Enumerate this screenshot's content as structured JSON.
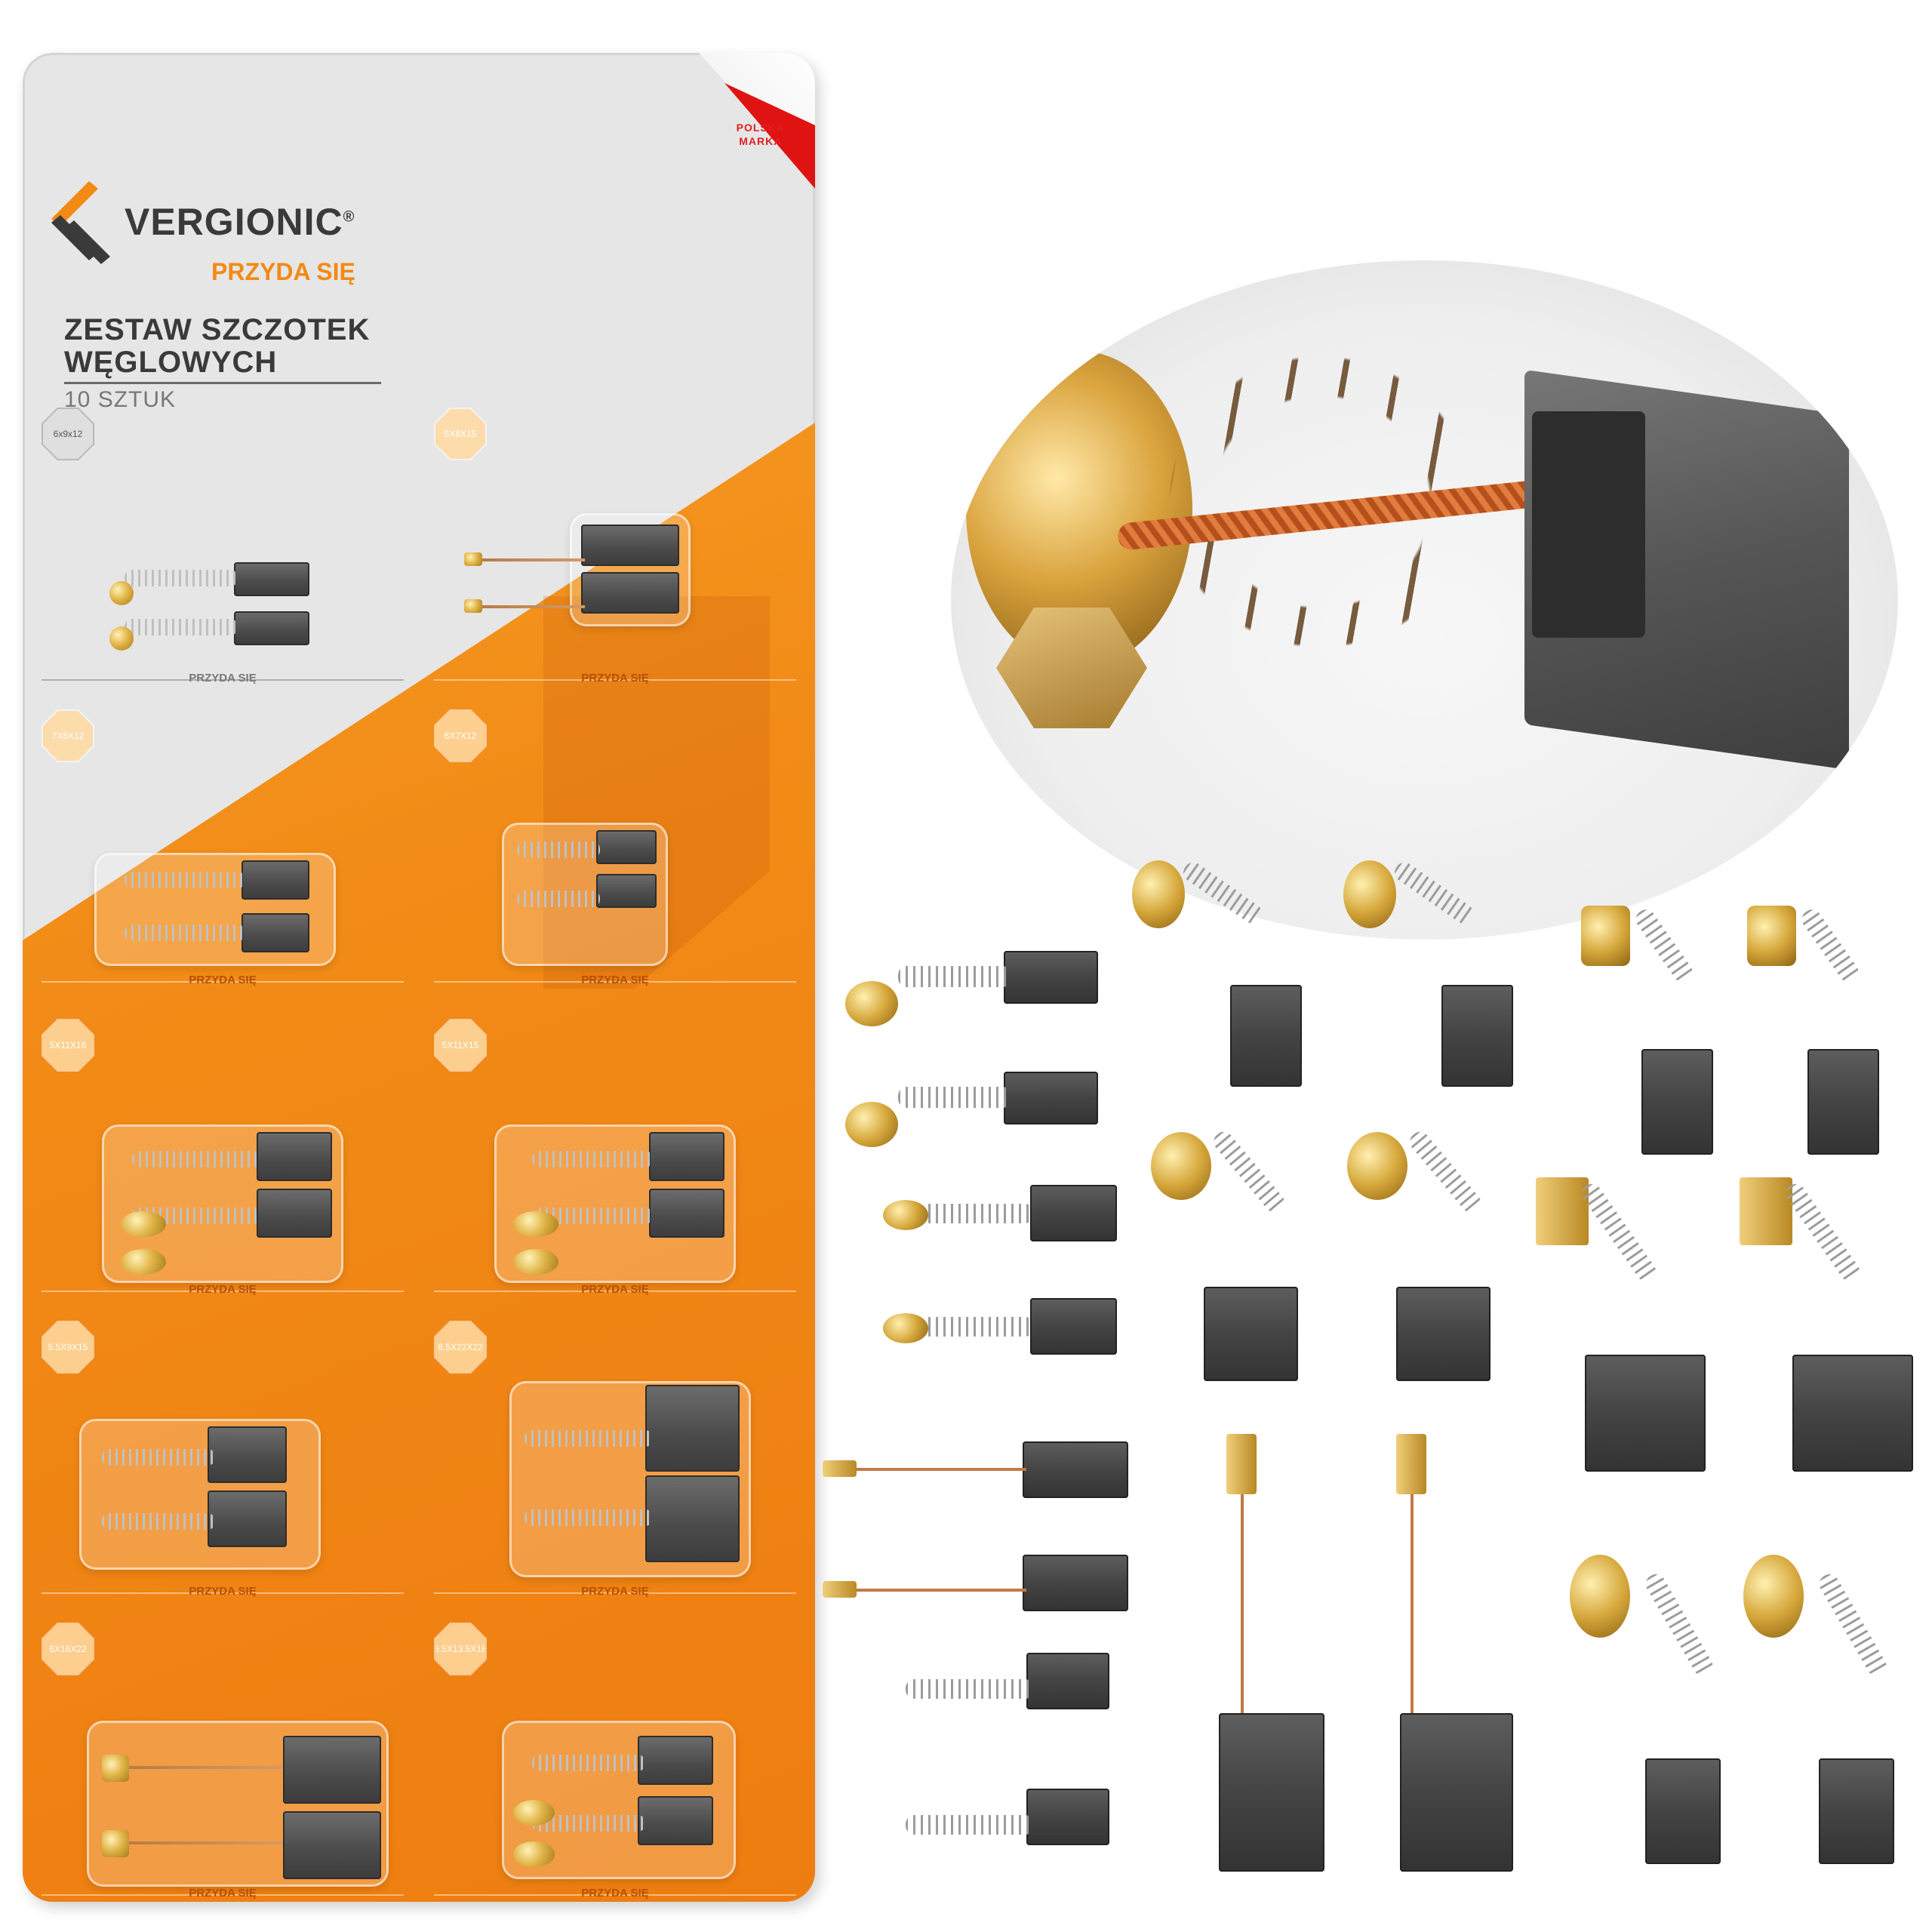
{
  "card": {
    "badge_line1": "POLSKA",
    "badge_line2": "MARKA",
    "brand": "VERGIONIC",
    "brand_mark": "®",
    "tagline": "PRZYDA SIĘ",
    "title_line1": "ZESTAW SZCZOTEK",
    "title_line2": "WĘGLOWYCH",
    "subtitle": "10 SZTUK"
  },
  "cells": [
    {
      "size": "6x9x12",
      "footer": "PRZYDA SIĘ"
    },
    {
      "size": "5X8X15",
      "footer": "PRZYDA SIĘ"
    },
    {
      "size": "7X6X12",
      "footer": "PRZYDA SIĘ"
    },
    {
      "size": "6X7X12",
      "footer": "PRZYDA SIĘ"
    },
    {
      "size": "5X11X16",
      "footer": "PRZYDA SIĘ"
    },
    {
      "size": "5X11X15",
      "footer": "PRZYDA SIĘ"
    },
    {
      "size": "5.5X9X15",
      "footer": "PRZYDA SIĘ"
    },
    {
      "size": "6.5X22X22",
      "footer": "PRZYDA SIĘ"
    },
    {
      "size": "6X16X22",
      "footer": "PRZYDA SIĘ"
    },
    {
      "size": "6.5X13.5X18",
      "footer": "PRZYDA SIĘ"
    }
  ],
  "colors": {
    "brand_gray": "#3a3a3a",
    "brand_orange": "#f28a14",
    "flag_red": "#e01313"
  }
}
